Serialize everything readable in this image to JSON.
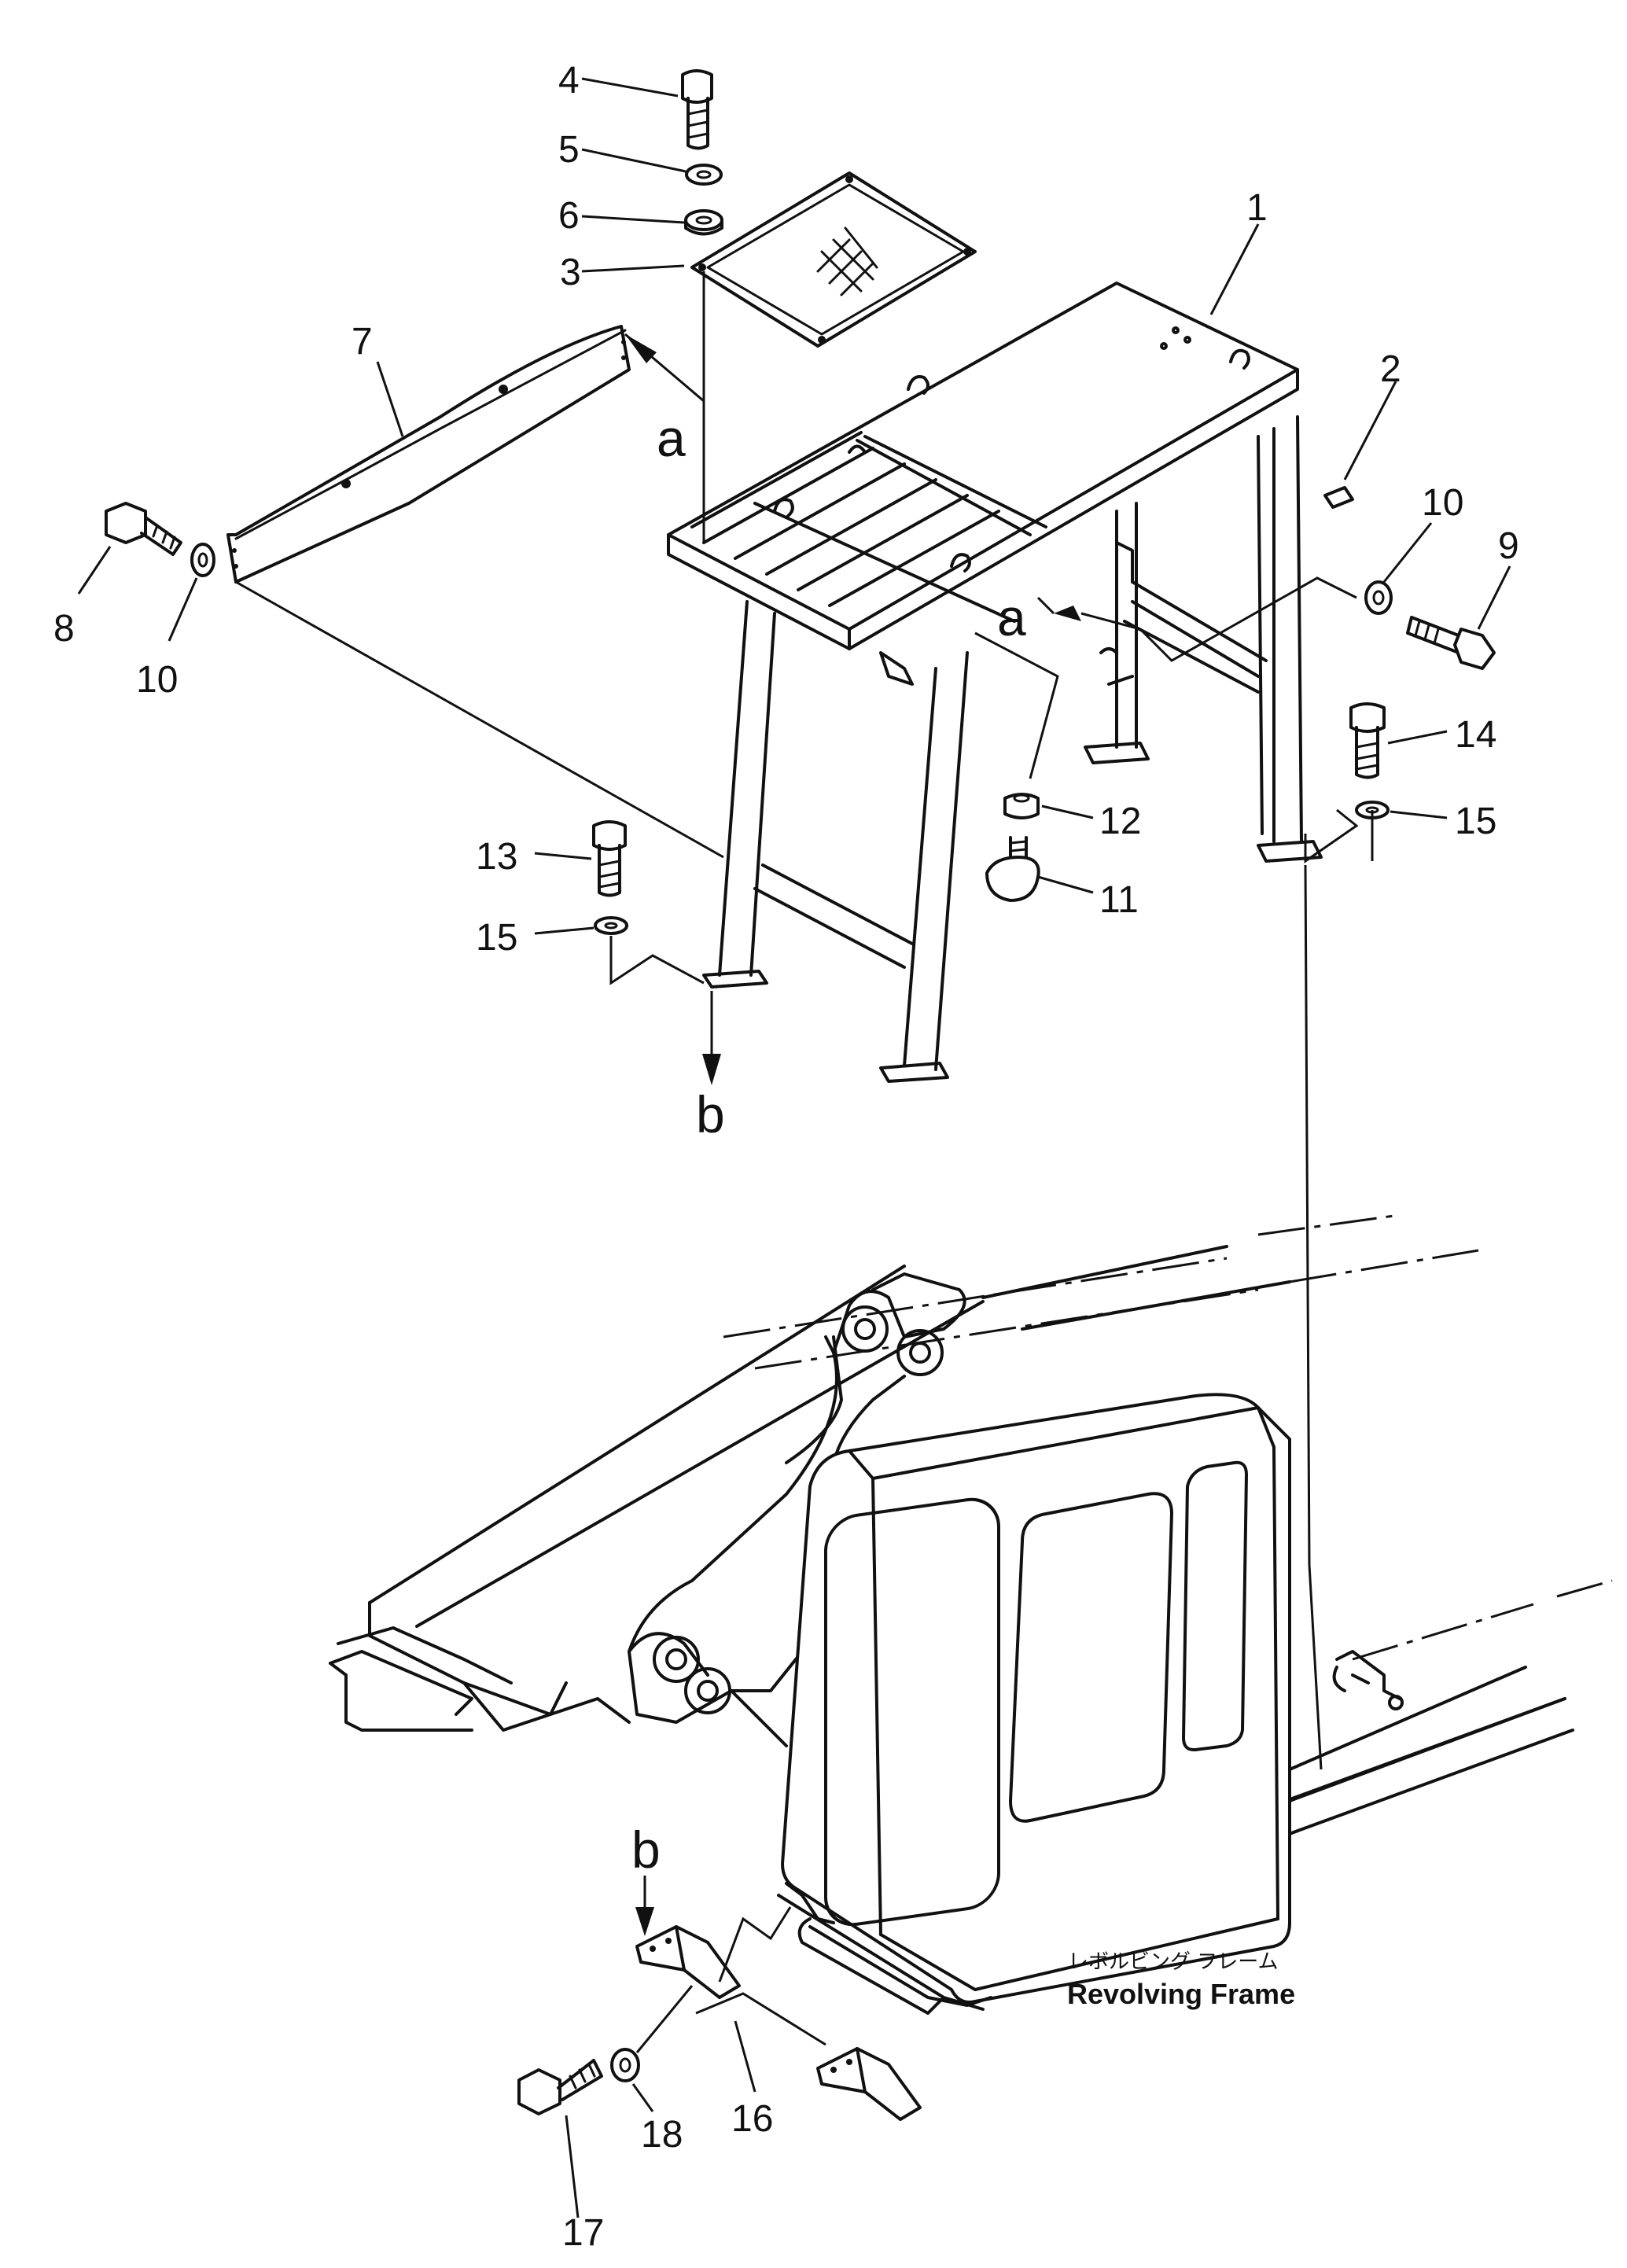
{
  "callouts": {
    "n1": "1",
    "n2": "2",
    "n3": "3",
    "n4": "4",
    "n5": "5",
    "n6": "6",
    "n7": "7",
    "n8": "8",
    "n9": "9",
    "n10a": "10",
    "n10b": "10",
    "n11": "11",
    "n12": "12",
    "n13": "13",
    "n14": "14",
    "n15a": "15",
    "n15b": "15",
    "n16": "16",
    "n17": "17",
    "n18": "18"
  },
  "view_letters": {
    "a1": "a",
    "a2": "a",
    "b1": "b",
    "b2": "b"
  },
  "caption": {
    "japanese": "レボルビング フレーム",
    "english": "Revolving Frame"
  }
}
